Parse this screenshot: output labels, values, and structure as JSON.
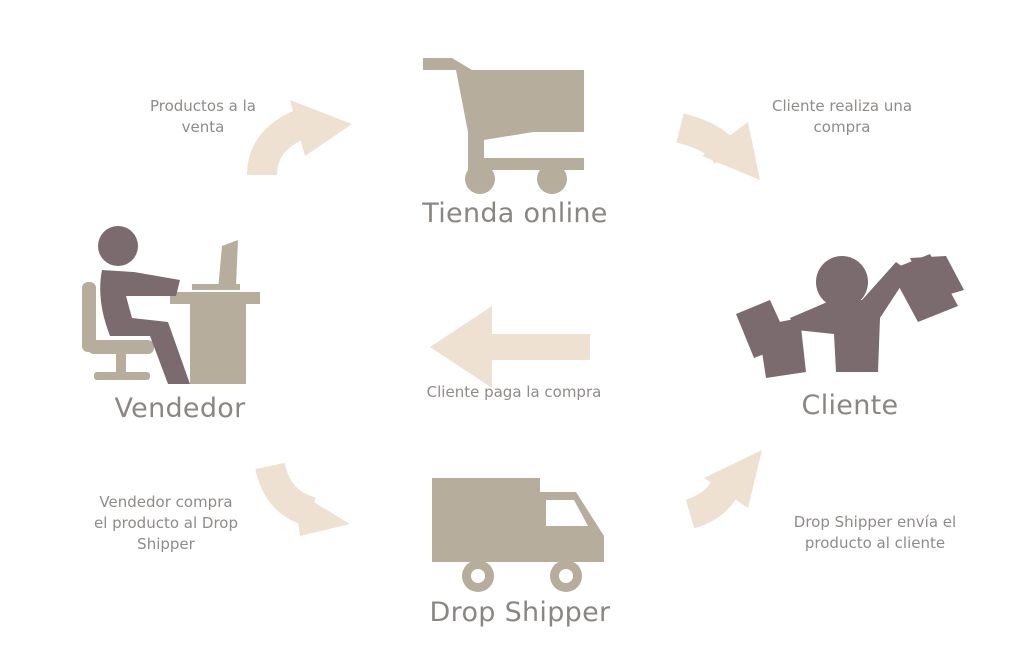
{
  "nodes": {
    "tienda": "Tienda online",
    "vendedor": "Vendedor",
    "cliente": "Cliente",
    "shipper": "Drop Shipper"
  },
  "steps": {
    "productos_line1": "Productos a la",
    "productos_line2": "venta",
    "compra_line1": "Cliente realiza una",
    "compra_line2": "compra",
    "paga": "Cliente paga la compra",
    "vendedor_compra_line1": "Vendedor compra",
    "vendedor_compra_line2": "el producto al Drop",
    "vendedor_compra_line3": "Shipper",
    "envia_line1": "Drop Shipper envía el",
    "envia_line2": "producto al cliente"
  },
  "colors": {
    "icon_dark": "#7b6a6e",
    "icon_light": "#b6ad9c",
    "arrow": "#efe1d2",
    "text": "#8a8683"
  }
}
